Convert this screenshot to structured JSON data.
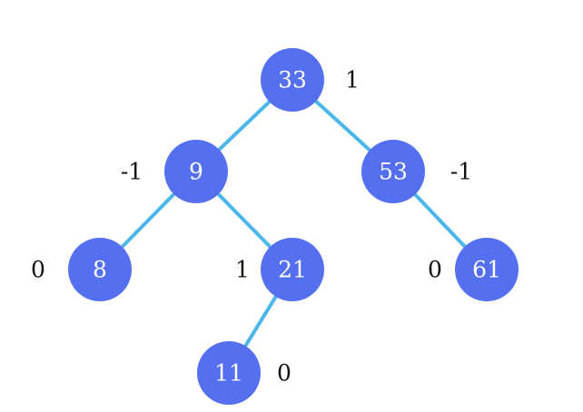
{
  "tree": {
    "nodes": [
      {
        "id": "n33",
        "value": "33",
        "balance": "1"
      },
      {
        "id": "n9",
        "value": "9",
        "balance": "-1"
      },
      {
        "id": "n53",
        "value": "53",
        "balance": "-1"
      },
      {
        "id": "n8",
        "value": "8",
        "balance": "0"
      },
      {
        "id": "n21",
        "value": "21",
        "balance": "1"
      },
      {
        "id": "n61",
        "value": "61",
        "balance": "0"
      },
      {
        "id": "n11",
        "value": "11",
        "balance": "0"
      }
    ],
    "edges": [
      {
        "from": "n33",
        "to": "n9"
      },
      {
        "from": "n33",
        "to": "n53"
      },
      {
        "from": "n9",
        "to": "n8"
      },
      {
        "from": "n9",
        "to": "n21"
      },
      {
        "from": "n53",
        "to": "n61"
      },
      {
        "from": "n21",
        "to": "n11"
      }
    ],
    "colors": {
      "node": "#5470f0",
      "edge": "#4ab6ea",
      "node_text": "#ffffff",
      "balance_text": "#111111"
    }
  }
}
